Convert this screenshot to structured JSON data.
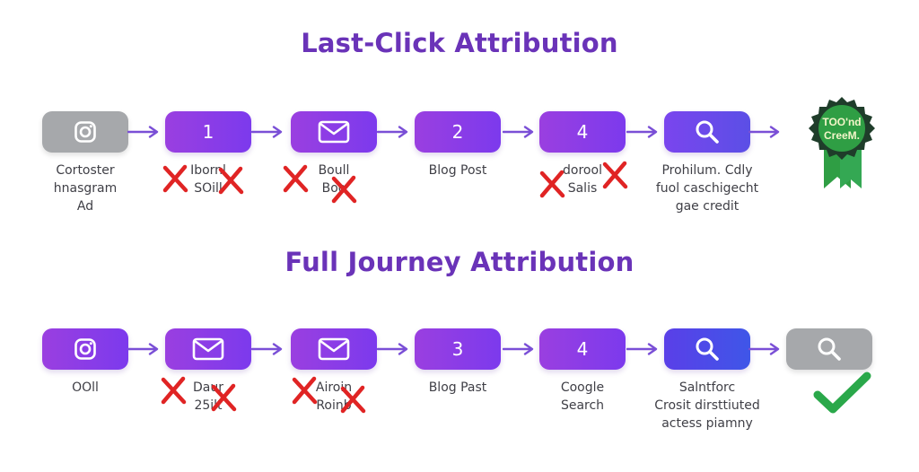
{
  "titles": {
    "last_click": "Last-Click Attribution",
    "full_journey": "Full Journey Attribution"
  },
  "last_click": {
    "steps": [
      {
        "node_text": "",
        "icon": "instagram-icon",
        "lines": [
          "Cortoster",
          "hnasgram",
          "Ad"
        ],
        "crossed": false
      },
      {
        "node_text": "1",
        "icon": "",
        "lines": [
          "Ibornl",
          "SOill"
        ],
        "crossed": true
      },
      {
        "node_text": "",
        "icon": "envelope-icon",
        "lines": [
          "Boull",
          "Boo"
        ],
        "crossed": true
      },
      {
        "node_text": "2",
        "icon": "",
        "lines": [
          "Blog Post"
        ],
        "crossed": false
      },
      {
        "node_text": "4",
        "icon": "",
        "lines": [
          "dorool",
          "Salis"
        ],
        "crossed": true
      },
      {
        "node_text": "",
        "icon": "search-icon",
        "lines": [
          "Prohilum. Cdly",
          "fuol caschigecht",
          "gae credit"
        ],
        "crossed": false
      }
    ],
    "badge": {
      "line1": "TOO'nd",
      "line2": "CreeM."
    }
  },
  "full_journey": {
    "steps": [
      {
        "node_text": "",
        "icon": "instagram-icon",
        "lines": [
          "OOll"
        ],
        "crossed": false
      },
      {
        "node_text": "",
        "icon": "envelope-icon",
        "lines": [
          "Daur",
          "25ilt"
        ],
        "crossed": true
      },
      {
        "node_text": "",
        "icon": "envelope-icon",
        "lines": [
          "Airoin",
          "Roinb"
        ],
        "crossed": true
      },
      {
        "node_text": "3",
        "icon": "",
        "lines": [
          "Blog Past"
        ],
        "crossed": false
      },
      {
        "node_text": "4",
        "icon": "",
        "lines": [
          "Coogle",
          "Search"
        ],
        "crossed": false
      },
      {
        "node_text": "",
        "icon": "search-icon",
        "lines": [
          "Salntforc",
          "Crosit dirsttiuted",
          "actess piamny"
        ],
        "crossed": false
      },
      {
        "node_text": "",
        "icon": "search-icon",
        "lines": [],
        "crossed": false
      }
    ]
  },
  "colors": {
    "title": "#6a33b8",
    "node_purple": "#9a3fe0",
    "node_blue": "#3f56e8",
    "node_grey": "#a6a8ab",
    "arrow": "#7a4fd6",
    "x_mark": "#e02424",
    "check": "#2aa84a",
    "badge_green": "#2f9e44",
    "badge_dark": "#1f3d2a"
  }
}
